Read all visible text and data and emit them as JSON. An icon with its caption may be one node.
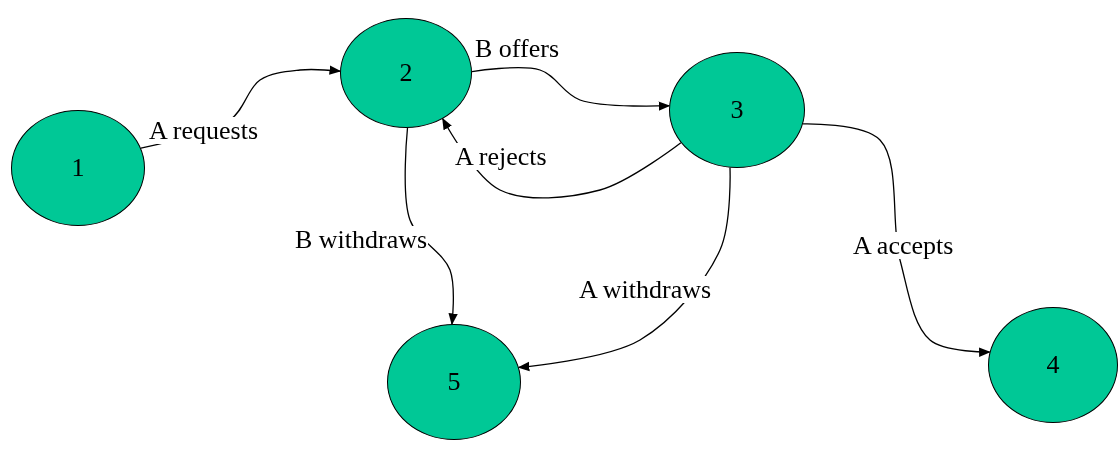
{
  "diagram": {
    "nodes": [
      {
        "text": [
          "1"
        ]
      },
      {
        "text": [
          "2"
        ]
      },
      {
        "text": [
          "3"
        ]
      },
      {
        "text": [
          "4"
        ]
      },
      {
        "text": [
          "5"
        ]
      }
    ],
    "edges": [
      {
        "from": 0,
        "to": 1,
        "arrow": "to",
        "label": "A requests"
      },
      {
        "from": 1,
        "to": 2,
        "arrow": "to",
        "label": "B offers"
      },
      {
        "from": 2,
        "to": 1,
        "arrow": "to",
        "label": "A rejects"
      },
      {
        "from": 1,
        "to": 4,
        "arrow": "to",
        "label": "B withdraws"
      },
      {
        "from": 2,
        "to": 4,
        "arrow": "to",
        "label": "A withdraws"
      },
      {
        "from": 2,
        "to": 3,
        "arrow": "to",
        "label": "A accepts"
      }
    ]
  }
}
